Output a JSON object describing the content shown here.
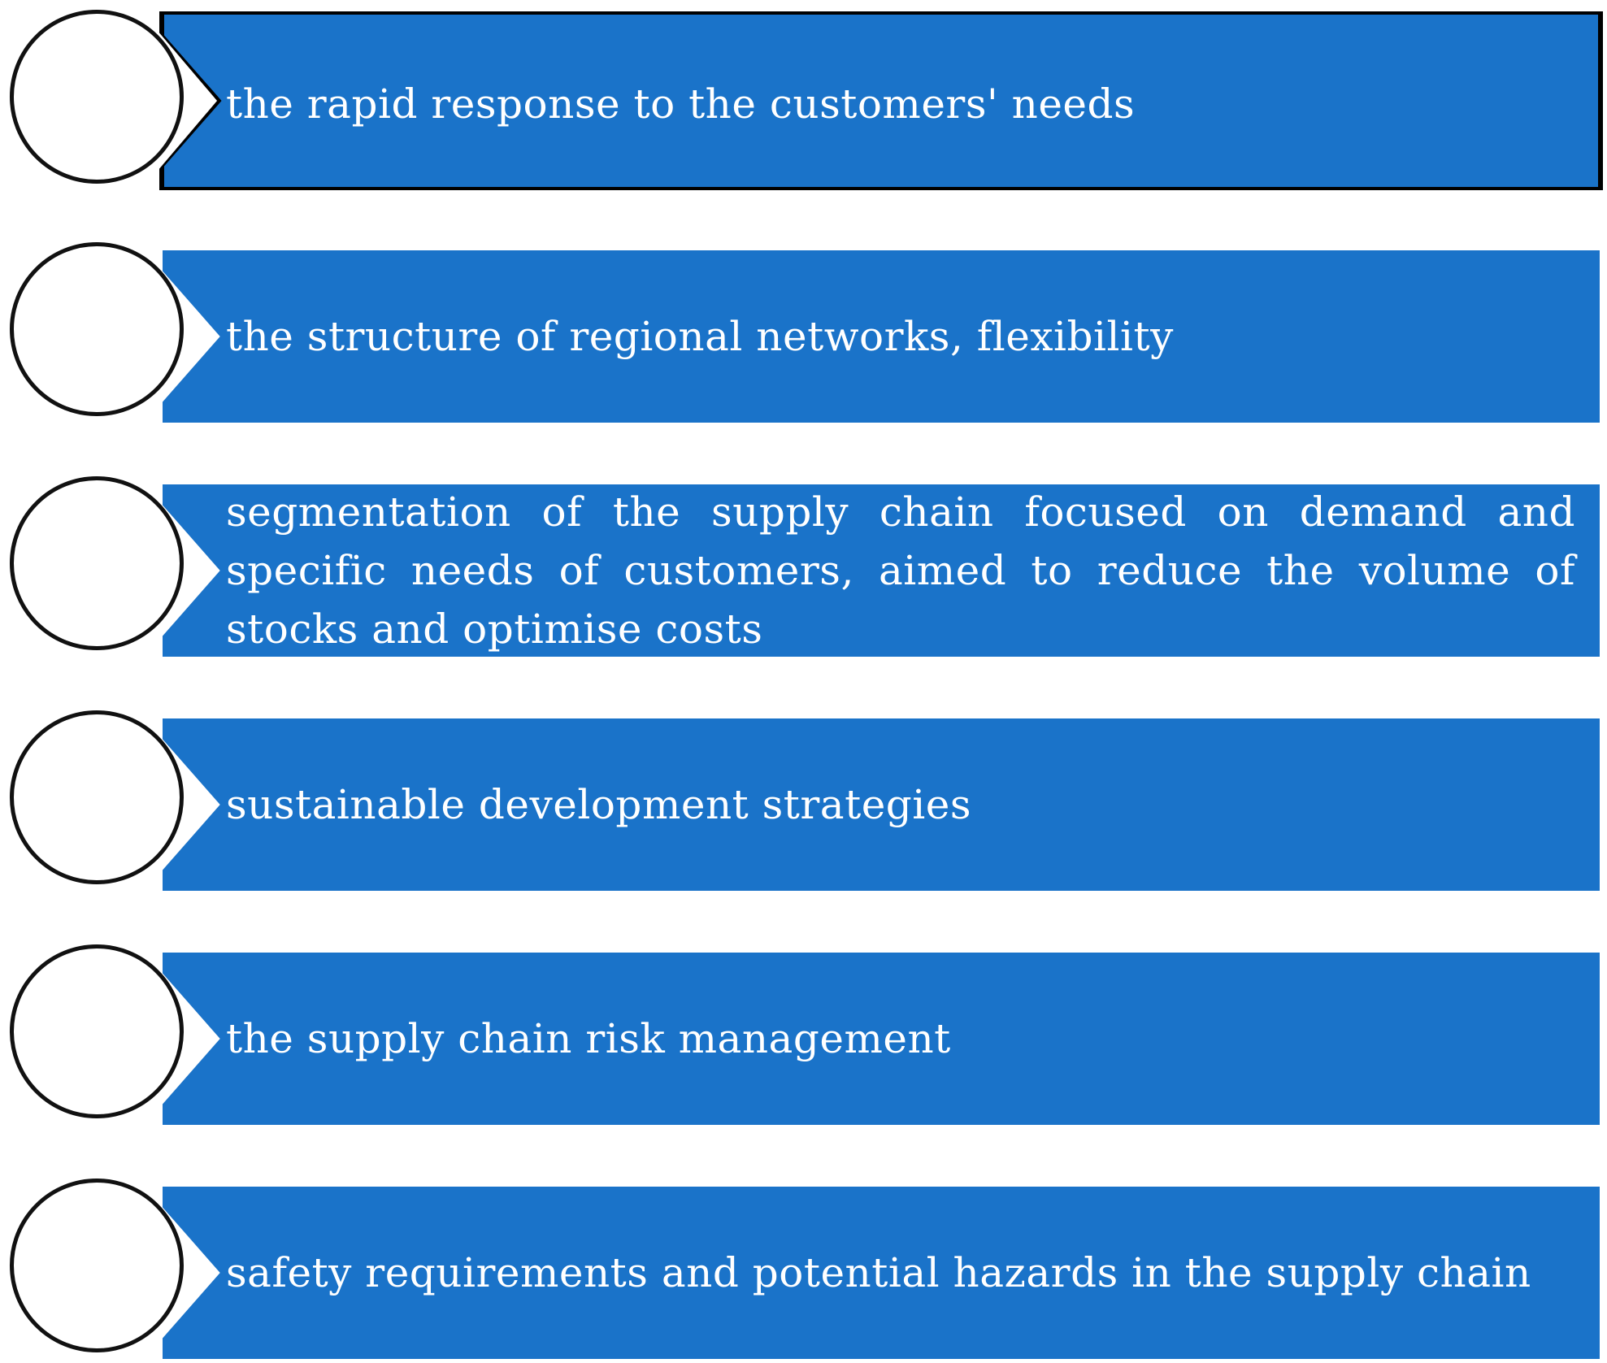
{
  "diagram": {
    "accent_color": "#1a73c9",
    "items": [
      {
        "text": "the rapid response to the customers' needs"
      },
      {
        "text": "the structure of regional networks, flexibility"
      },
      {
        "text": "segmentation of the supply chain focused on demand and specific needs of customers, aimed to reduce the volume of stocks and optimise costs"
      },
      {
        "text": "sustainable development strategies"
      },
      {
        "text": "the supply chain risk management"
      },
      {
        "text": "safety requirements and potential hazards in the supply chain"
      }
    ]
  }
}
